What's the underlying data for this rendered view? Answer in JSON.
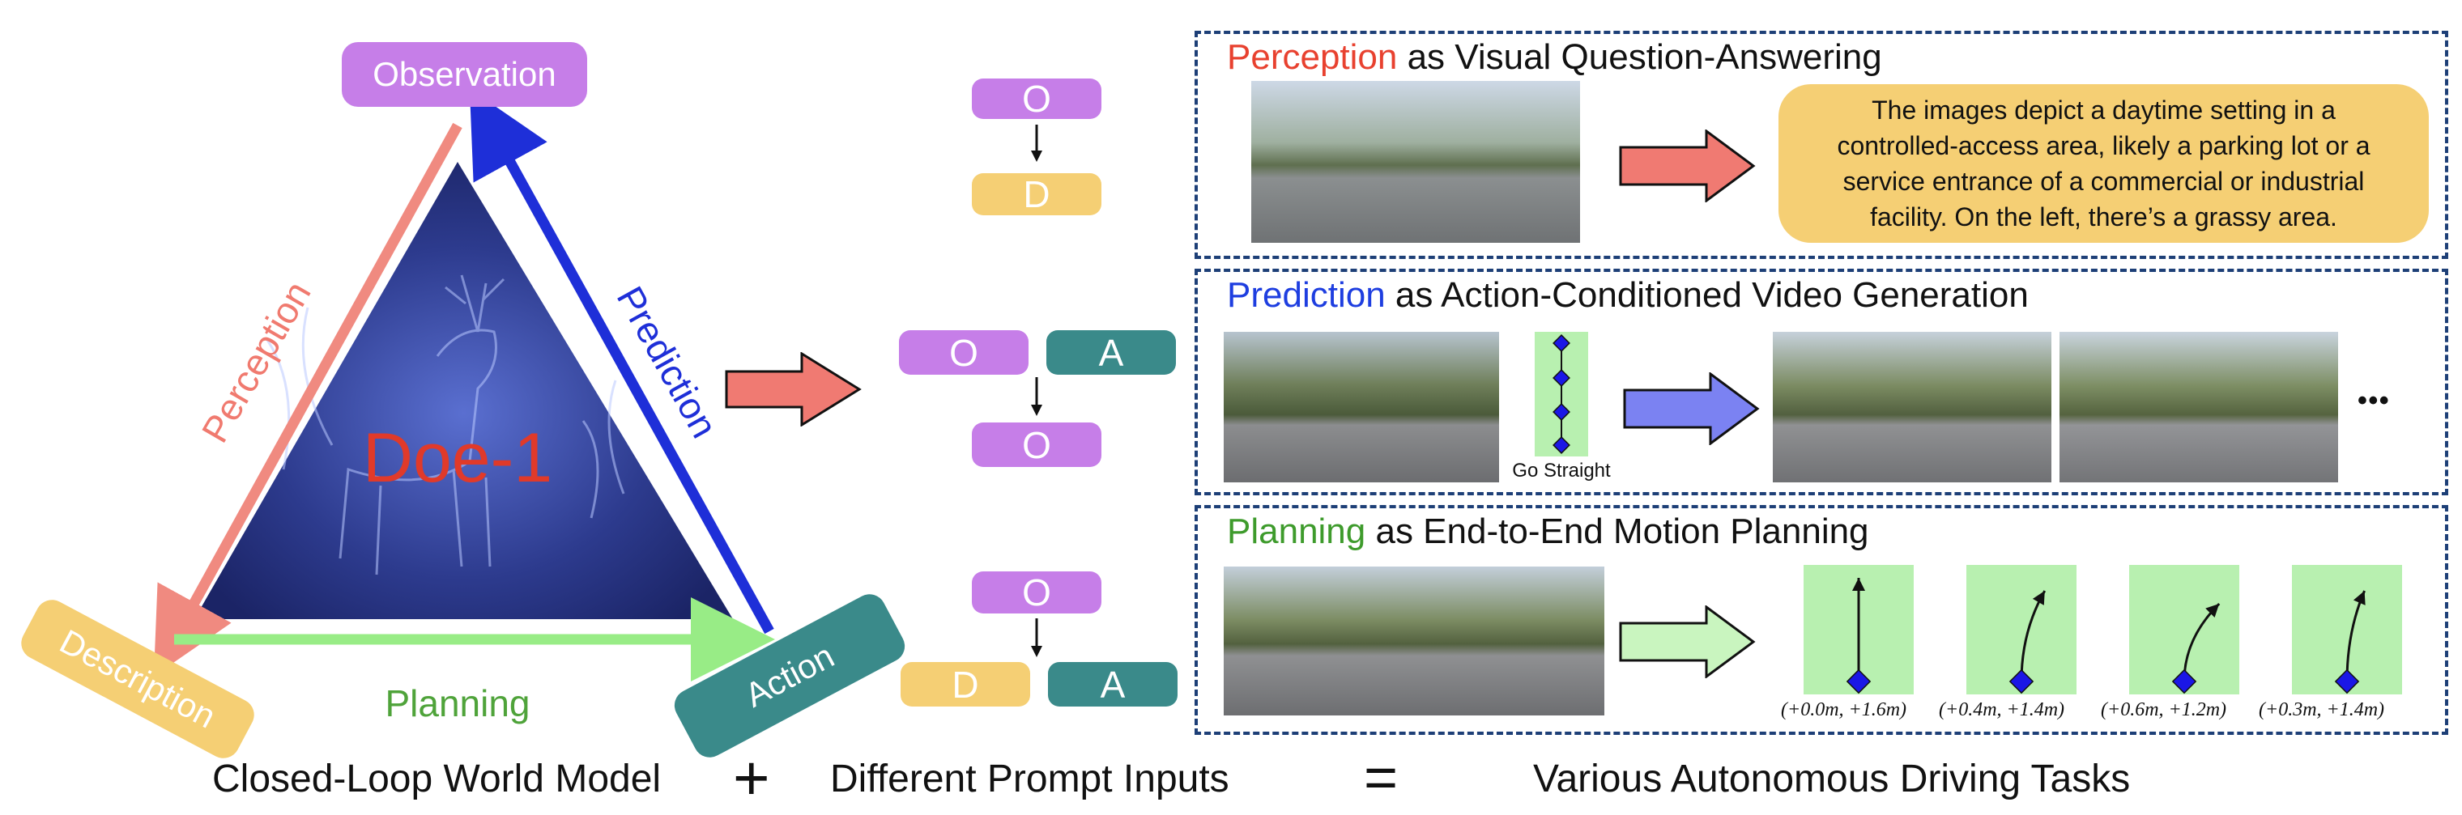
{
  "left": {
    "center_label": "Doe-1",
    "nodes": {
      "observation": "Observation",
      "description": "Description",
      "action": "Action"
    },
    "edges": {
      "perception": "Perception",
      "prediction": "Prediction",
      "planning": "Planning"
    },
    "colors": {
      "perception": "#f08a80",
      "prediction": "#1e2fd8",
      "planning": "#98ec86",
      "center_text": "#e03a2a"
    }
  },
  "prompts": {
    "perception": {
      "input": "O",
      "output": "D"
    },
    "prediction": {
      "input_a": "O",
      "input_b": "A",
      "output": "O"
    },
    "planning": {
      "input": "O",
      "output_a": "D",
      "output_b": "A"
    }
  },
  "panels": {
    "perception": {
      "title_keyword": "Perception",
      "title_rest": " as Visual Question-Answering",
      "answer_lines": [
        "The images depict a daytime setting in a",
        "controlled-access area, likely a parking lot or a",
        "service entrance of a commercial or industrial",
        "facility. On the left, there’s a grassy area."
      ]
    },
    "prediction": {
      "title_keyword": "Prediction",
      "title_rest": " as Action-Conditioned Video Generation",
      "action_label": "Go Straight",
      "ellipsis": "• • •"
    },
    "planning": {
      "title_keyword": "Planning",
      "title_rest": " as End-to-End Motion Planning",
      "trajectories": [
        {
          "label": "(+0.0m, +1.6m)",
          "dx": 0.0,
          "dy": 1.6
        },
        {
          "label": "(+0.4m, +1.4m)",
          "dx": 0.4,
          "dy": 1.4
        },
        {
          "label": "(+0.6m, +1.2m)",
          "dx": 0.6,
          "dy": 1.2
        },
        {
          "label": "(+0.3m, +1.4m)",
          "dx": 0.3,
          "dy": 1.4
        }
      ]
    }
  },
  "bottom": {
    "left": "Closed-Loop World Model",
    "plus": "+",
    "middle": "Different Prompt Inputs",
    "equals": "=",
    "right": "Various Autonomous Driving Tasks"
  }
}
